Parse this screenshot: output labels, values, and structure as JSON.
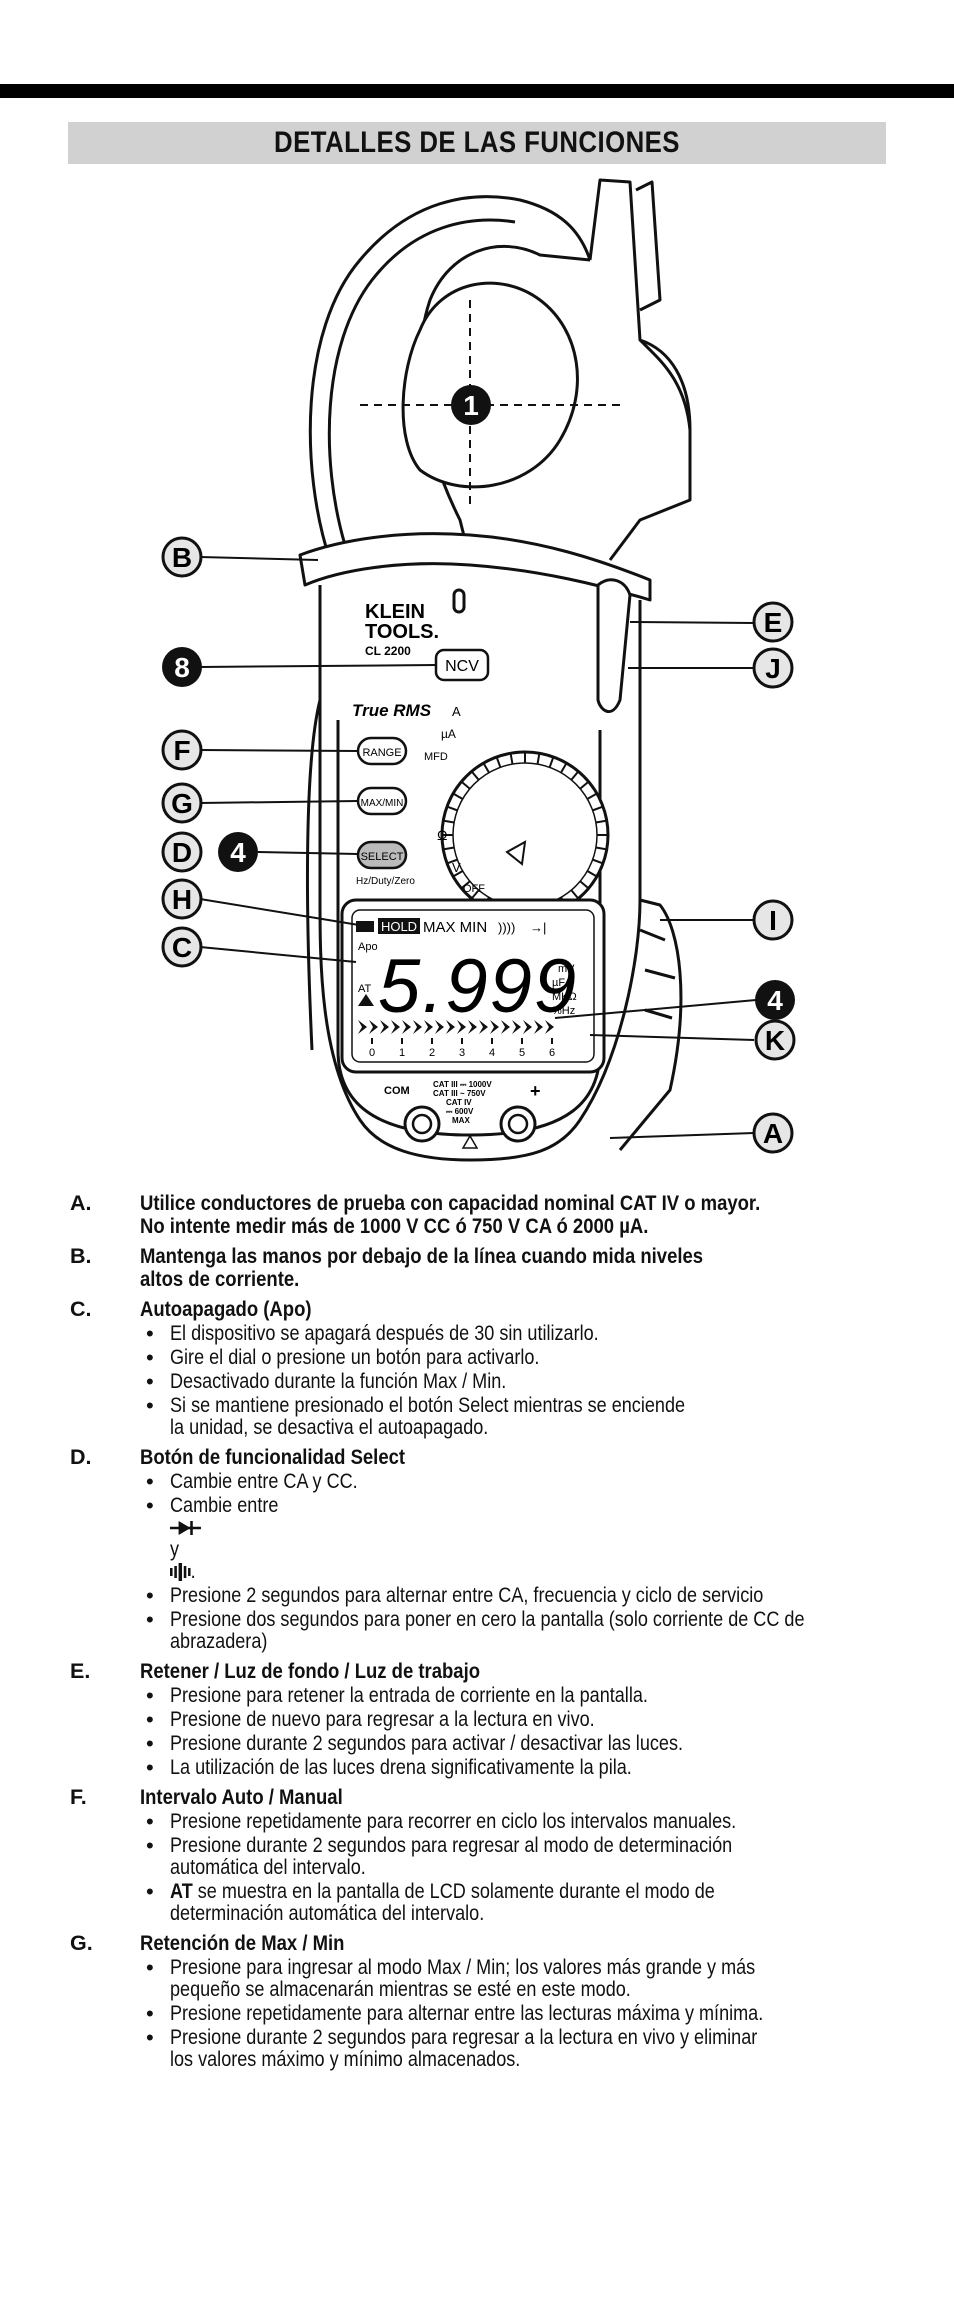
{
  "header": {
    "title": "DETALLES DE LAS FUNCIONES"
  },
  "device": {
    "brand_line1": "KLEIN",
    "brand_line2": "TOOLS.",
    "model": "CL 2200",
    "ncv_label": "NCV",
    "true_rms": "True RMS",
    "range_label": "RANGE",
    "maxmin_label": "MAX/MIN",
    "select_label": "SELECT",
    "select_sub": "Hz/Duty/Zero",
    "dial_labels": [
      "A",
      "µA",
      "MFD",
      "Ω",
      "V",
      "OFF"
    ],
    "lcd": {
      "hold": "HOLD",
      "maxmin": "MAX MIN",
      "apo": "Apo",
      "at": "AT",
      "digits": "5.999",
      "units": [
        "mV",
        "µFA",
        "MKΩ",
        "%Hz"
      ],
      "scale": [
        "0",
        "1",
        "2",
        "3",
        "4",
        "5",
        "6"
      ]
    },
    "com_label": "COM",
    "plus_label": "+",
    "cat_ratings": [
      "CAT III ⎓ 1000V",
      "CAT III ~ 750V",
      "CAT IV",
      "⎓ 600V",
      "MAX"
    ]
  },
  "callouts": {
    "n1": "1",
    "n8": "8",
    "n4a": "4",
    "n4b": "4",
    "B": "B",
    "E": "E",
    "J": "J",
    "F": "F",
    "G": "G",
    "D": "D",
    "H": "H",
    "I": "I",
    "C": "C",
    "K": "K",
    "A": "A"
  },
  "legend": {
    "A": {
      "letter": "A.",
      "title": "Utilice conductores de prueba con capacidad nominal CAT IV o mayor.\nNo intente medir más de 1000 V CC ó 750 V CA ó 2000 µA."
    },
    "B": {
      "letter": "B.",
      "title": "Mantenga las manos por debajo de la línea cuando mida niveles\naltos de corriente."
    },
    "C": {
      "letter": "C.",
      "title": "Autoapagado (Apo)",
      "bullets": [
        "El dispositivo se apagará después de 30 sin utilizarlo.",
        "Gire el dial o presione un botón para activarlo.",
        "Desactivado durante la función Max / Min.",
        "Si se mantiene presionado el botón Select mientras se enciende\nla unidad, se desactiva el autoapagado."
      ]
    },
    "D": {
      "letter": "D.",
      "title": "Botón de funcionalidad Select",
      "b1": "Cambie entre CA y CC.",
      "b2_pre": "Cambie entre",
      "b2_mid": "y",
      "b2_end": ".",
      "b3": "Presione 2 segundos para alternar entre CA, frecuencia y ciclo de servicio",
      "b4": "Presione dos segundos para poner en cero la pantalla (solo corriente de CC de\nabrazadera)"
    },
    "E": {
      "letter": "E.",
      "title": "Retener / Luz de fondo / Luz de trabajo",
      "bullets": [
        "Presione para retener la entrada de corriente en la pantalla.",
        "Presione de nuevo para regresar a la lectura en vivo.",
        "Presione durante 2 segundos para activar / desactivar las luces.",
        "La utilización de las luces drena significativamente la pila."
      ]
    },
    "F": {
      "letter": "F.",
      "title": "Intervalo Auto / Manual",
      "b1": "Presione repetidamente para recorrer en ciclo los intervalos manuales.",
      "b2": "Presione durante 2 segundos para regresar al modo de determinación\nautomática del intervalo.",
      "b3_bold": "AT",
      "b3_rest": " se muestra en la pantalla de LCD solamente durante el modo de\ndeterminación automática del intervalo."
    },
    "G": {
      "letter": "G.",
      "title": "Retención de Max / Min",
      "bullets": [
        "Presione para ingresar al modo Max / Min; los valores más grande y más\npequeño se almacenarán mientras se esté en este modo.",
        "Presione repetidamente para alternar entre las lecturas máxima y mínima.",
        "Presione durante 2 segundos para regresar a la lectura en vivo y eliminar\nlos valores máximo y mínimo almacenados."
      ]
    }
  }
}
